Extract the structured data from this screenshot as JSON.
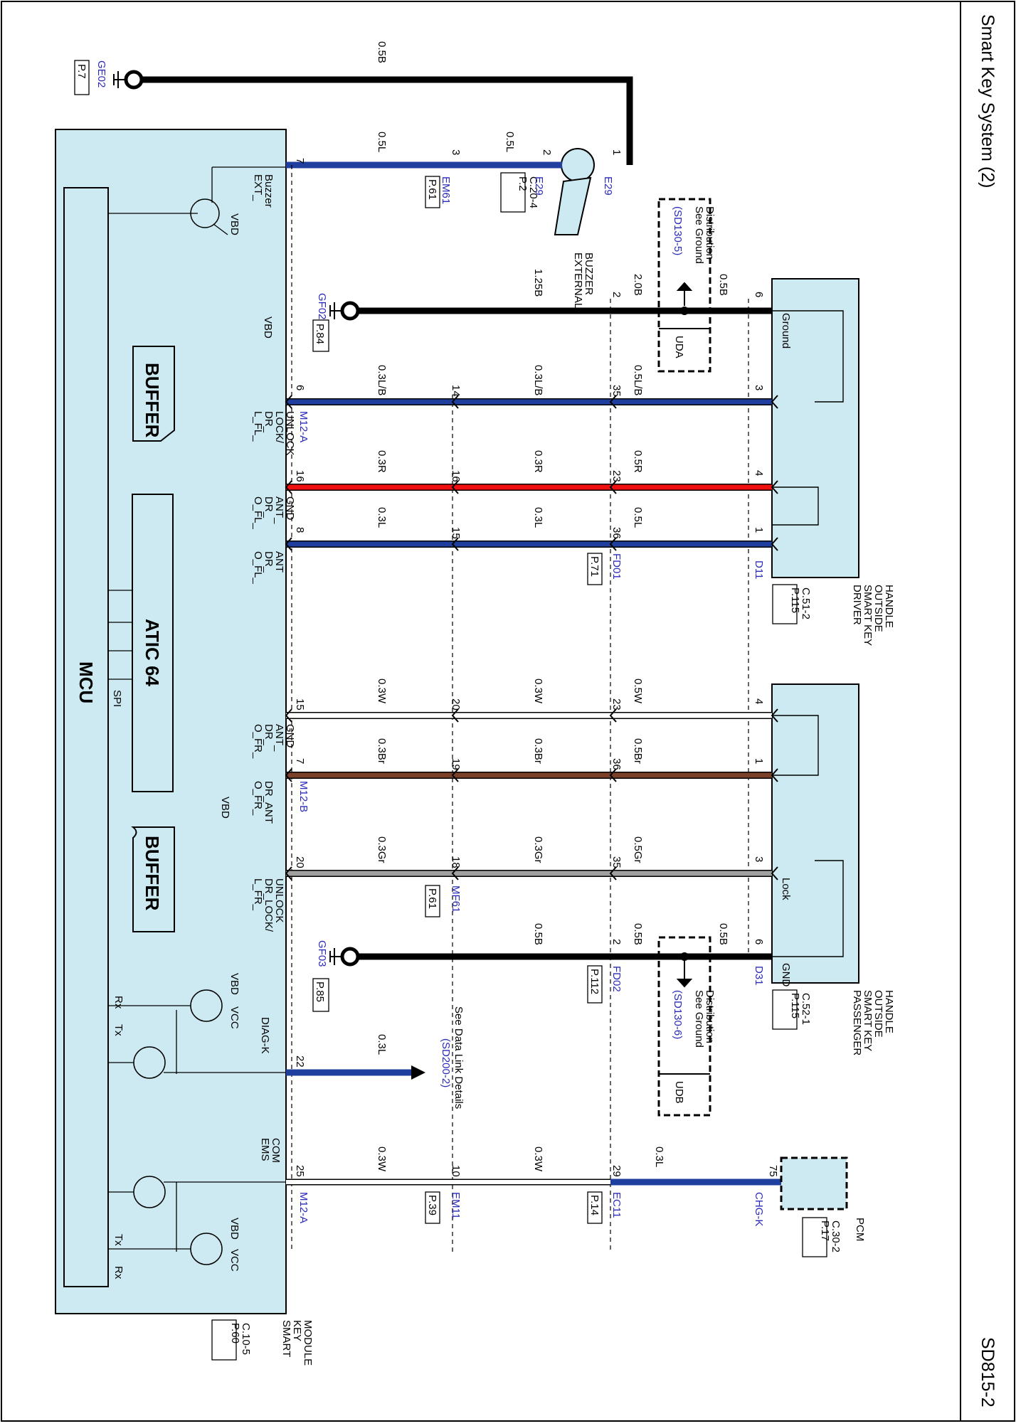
{
  "page": {
    "title": "Smart Key System (2)",
    "code": "SD815-2"
  },
  "ground_top": {
    "name": "GE02",
    "page": "P.7",
    "wire": "0.5B"
  },
  "external_buzzer": {
    "name_lines": [
      "EXTERNAL",
      "BUZZER"
    ],
    "ref_lines": [
      "P.2",
      "C.20-4"
    ],
    "connector": "E29",
    "connector2": "E29",
    "pin_in": "2",
    "pin_out": "1",
    "wire_buzzer_em61": "0.5L",
    "wire_em61_module": "0.5L",
    "em61": "EM61",
    "em61_pin": "3",
    "em61_page": "P.61",
    "module_pin": "7",
    "signal_lines": [
      "EXT_",
      "Buzzer"
    ]
  },
  "ground_distribution": {
    "top": {
      "text_lines": [
        "See Ground",
        "Distribution"
      ],
      "ref": "(SD130-5)",
      "box": "UDA"
    },
    "bottom": {
      "text_lines": [
        "See Ground",
        "Distribution"
      ],
      "ref": "(SD130-6)",
      "box": "UDB"
    }
  },
  "ground_gf02": {
    "name": "GF02",
    "page": "P.84",
    "wire1": "1.25B",
    "wire2": "2.0B",
    "wire3": "0.5B",
    "pin_fd": "2",
    "pin_d": "6"
  },
  "ground_gf03": {
    "name": "GF03",
    "page": "P.85",
    "wire1": "0.5B",
    "wire2": "0.5B",
    "wire3": "0.5B",
    "pin_fd": "2",
    "pin_d": "6"
  },
  "driver_handle": {
    "name_lines": [
      "DRIVER",
      "SMART KEY",
      "OUTSIDE",
      "HANDLE"
    ],
    "ref_lines": [
      "P.115",
      "C.51-2"
    ],
    "ground_label": "Ground",
    "connector": "D11"
  },
  "passenger_handle": {
    "name_lines": [
      "PASSENGER",
      "SMART KEY",
      "OUTSIDE",
      "HANDLE"
    ],
    "ref_lines": [
      "P.115",
      "C.52-1"
    ],
    "lock_label": "Lock",
    "gnd_label": "GND",
    "connector": "D31"
  },
  "connectors": {
    "m12a": "M12-A",
    "m12b": "M12-B",
    "m12a_bottom": "M12-A",
    "fd01": "FD01",
    "fd01_page": "P.71",
    "fd02": "FD02",
    "fd02_page": "P.112",
    "mf61": "MF61",
    "mf61_page": "P.61",
    "em11": "EM11",
    "em11_page": "P.39",
    "ec11": "EC11",
    "ec11_page": "P.14",
    "chgk": "CHG-K"
  },
  "wires": [
    {
      "id": "fl-lock",
      "color": "#1f3f9e",
      "module_pin": "6",
      "mid_pin": "14",
      "fd_pin": "35",
      "end_pin": "3",
      "w1": "0.3L/B",
      "w2": "0.3L/B",
      "w3": "0.5L/B"
    },
    {
      "id": "fl-gnd",
      "color": "#f01010",
      "module_pin": "16",
      "mid_pin": "16",
      "fd_pin": "23",
      "end_pin": "4",
      "w1": "0.3R",
      "w2": "0.3R",
      "w3": "0.5R"
    },
    {
      "id": "fl-ant",
      "color": "#1f3f9e",
      "module_pin": "8",
      "mid_pin": "15",
      "fd_pin": "36",
      "end_pin": "1",
      "w1": "0.3L",
      "w2": "0.3L",
      "w3": "0.5L"
    },
    {
      "id": "fr-gnd",
      "color": "#ffffff",
      "module_pin": "15",
      "mid_pin": "20",
      "fd_pin": "23",
      "end_pin": "4",
      "w1": "0.3W",
      "w2": "0.3W",
      "w3": "0.5W"
    },
    {
      "id": "fr-ant",
      "color": "#7a4028",
      "module_pin": "7",
      "mid_pin": "19",
      "fd_pin": "36",
      "end_pin": "1",
      "w1": "0.3Br",
      "w2": "0.3Br",
      "w3": "0.5Br"
    },
    {
      "id": "fr-lock",
      "color": "#a0a0a0",
      "module_pin": "20",
      "mid_pin": "18",
      "fd_pin": "35",
      "end_pin": "3",
      "w1": "0.3Gr",
      "w2": "0.3Gr",
      "w3": "0.5Gr"
    }
  ],
  "diag": {
    "pin": "22",
    "wire": "0.3L",
    "text": "See Data Link Details",
    "ref": "(SD200-2)",
    "signal": "DIAG-K"
  },
  "ems": {
    "pin_module": "25",
    "pin_em11": "10",
    "pin_ec11": "29",
    "pin_pcm": "75",
    "w1": "0.3W",
    "w2": "0.3W",
    "w3": "0.3L",
    "signal_lines": [
      "EMS",
      "COM"
    ]
  },
  "pcm": {
    "name": "PCM",
    "ref_lines": [
      "P.17",
      "C.30-2"
    ]
  },
  "module": {
    "name_lines": [
      "SMART",
      "KEY",
      "MODULE"
    ],
    "ref_lines": [
      "P.60",
      "C.10-5"
    ],
    "mcu": "MCU",
    "atic": "ATIC 64",
    "buffer1": "BUFFER",
    "buffer2": "BUFFER",
    "spi": "SPI",
    "vbd": "VBD",
    "vcc": "VCC",
    "rx": "Rx",
    "tx": "Tx",
    "signals": {
      "fl_lock": [
        "L_FL_",
        "DR_",
        "LOCK/",
        "UNLOCK"
      ],
      "fl_gnd": [
        "O_FL_",
        "DR_",
        "ANT_",
        "GND"
      ],
      "fl_ant": [
        "O_FL_",
        "DR_",
        "ANT"
      ],
      "fr_gnd": [
        "O_FR_",
        "DR_",
        "ANT_",
        "GND"
      ],
      "fr_ant": [
        "O_FR_",
        "DR_ANT"
      ],
      "fr_lock": [
        "L_FR_",
        "DR_LOCK/",
        "UNLOCK"
      ]
    }
  },
  "colors": {
    "module_fill": "#cdeaf2",
    "blue_wire": "#1f3f9e",
    "red_wire": "#f01010",
    "brown_wire": "#7a4028",
    "gray_wire": "#a0a0a0",
    "connector_text": "#2a2ab8"
  }
}
